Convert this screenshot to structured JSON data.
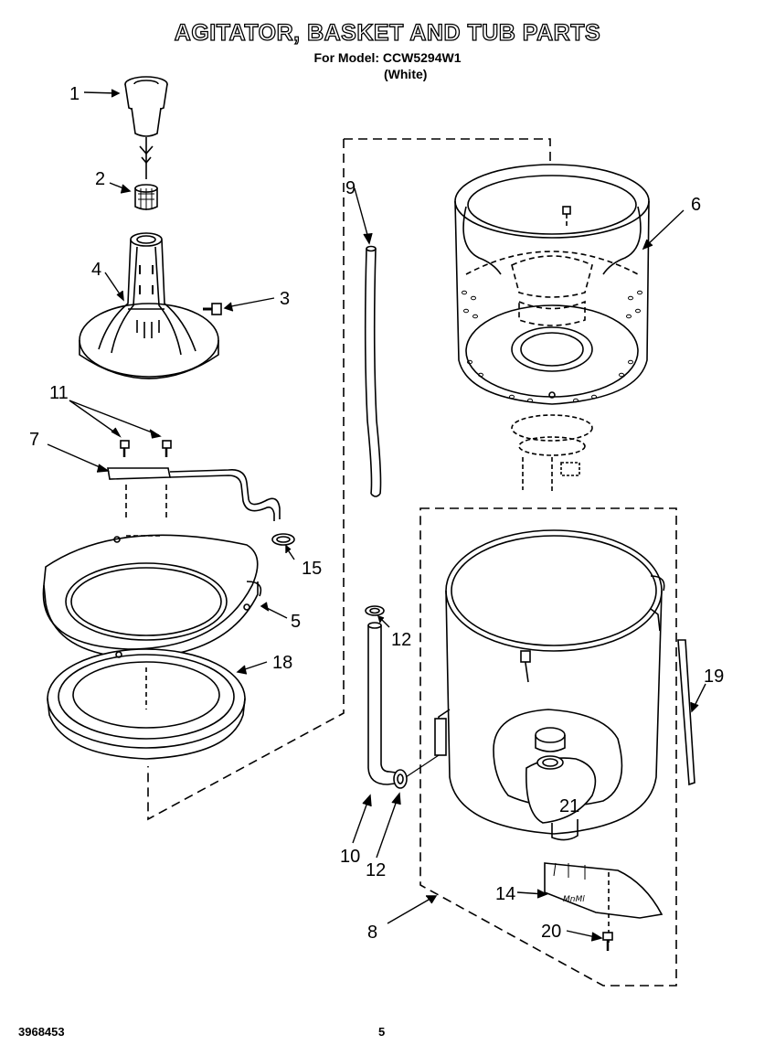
{
  "header": {
    "title": "AGITATOR, BASKET AND TUB PARTS",
    "model": "For Model: CCW5294W1",
    "color": "(White)"
  },
  "footer": {
    "doc_number": "3968453",
    "page_number": "5"
  },
  "callouts": [
    "1",
    "2",
    "3",
    "4",
    "5",
    "6",
    "7",
    "8",
    "9",
    "10",
    "11",
    "12",
    "12",
    "14",
    "15",
    "18",
    "19",
    "20",
    "21"
  ]
}
